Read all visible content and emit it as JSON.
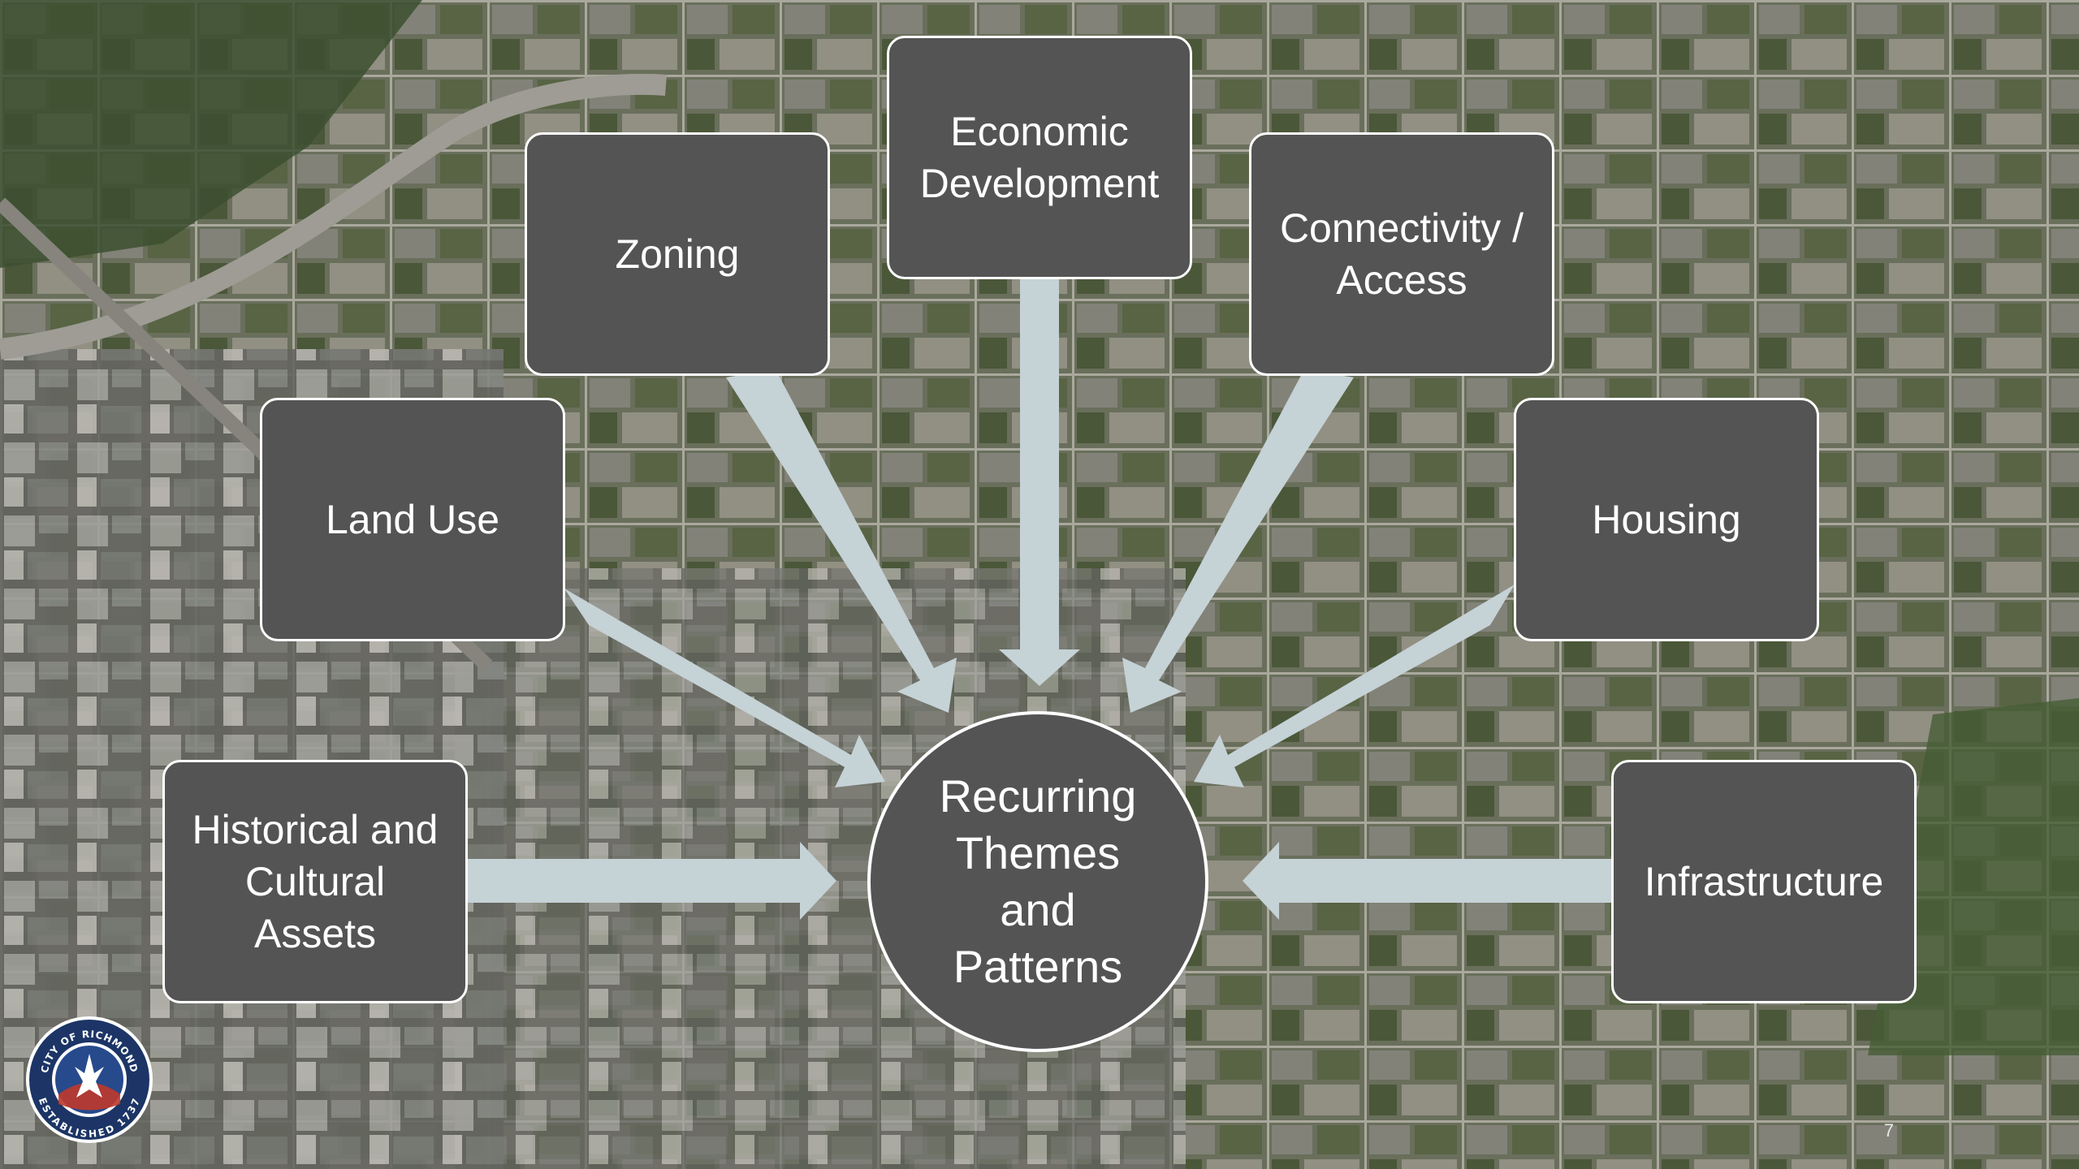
{
  "slide": {
    "page_number": "7",
    "hub_label": "Recurring\nThemes\nand\nPatterns",
    "themes": [
      {
        "id": "zoning",
        "label": "Zoning"
      },
      {
        "id": "economic-development",
        "label": "Economic\nDevelopment"
      },
      {
        "id": "connectivity-access",
        "label": "Connectivity /\nAccess"
      },
      {
        "id": "land-use",
        "label": "Land Use"
      },
      {
        "id": "housing",
        "label": "Housing"
      },
      {
        "id": "historical-cultural",
        "label": "Historical and\nCultural\nAssets"
      },
      {
        "id": "infrastructure",
        "label": "Infrastructure"
      }
    ]
  },
  "logo": {
    "top_text": "CITY OF RICHMOND",
    "bottom_text": "ESTABLISHED 1737"
  },
  "colors": {
    "box_fill": "#545454",
    "box_border": "#ffffff",
    "arrow": "#c5d2d6",
    "text": "#ffffff"
  }
}
